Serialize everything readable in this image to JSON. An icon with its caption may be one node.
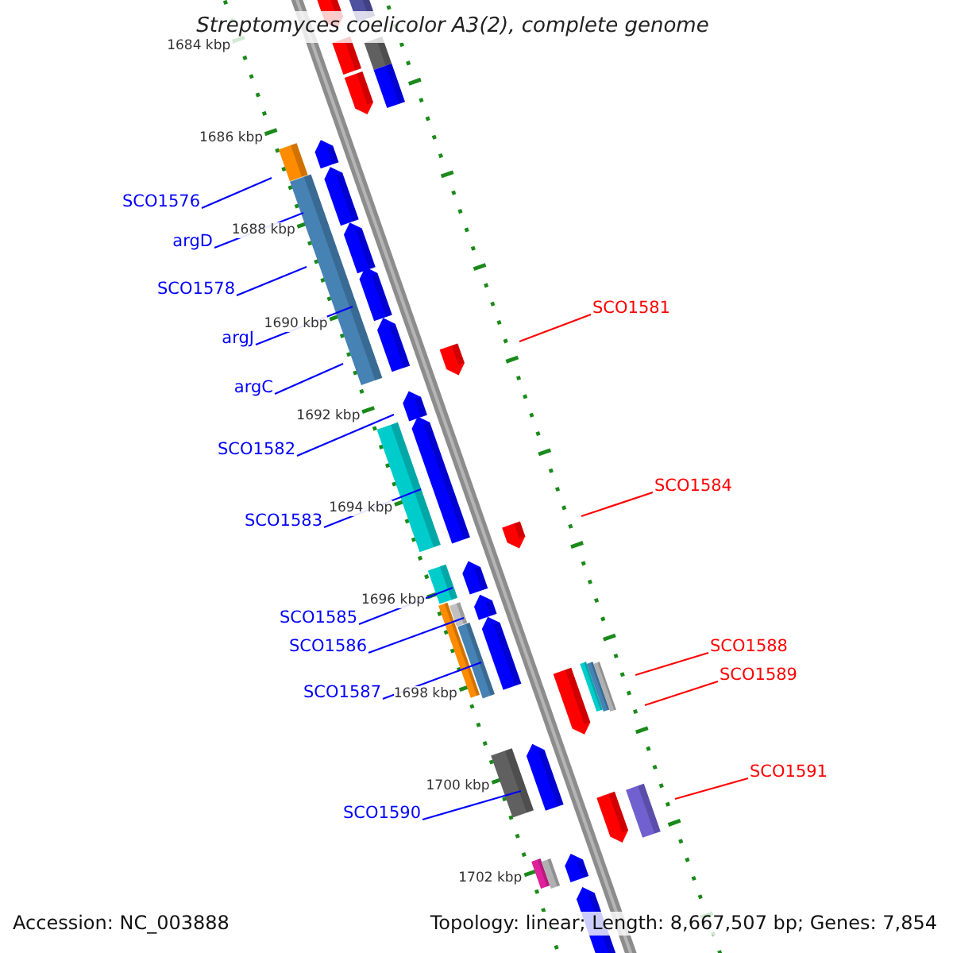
{
  "diagram": {
    "title": "Streptomyces coelicolor A3(2), complete genome",
    "nodes": [
      {
        "text": [
          "SCO1576"
        ]
      },
      {
        "text": [
          "argD"
        ]
      },
      {
        "text": [
          "SCO1578"
        ]
      },
      {
        "text": [
          "SCO1581"
        ]
      },
      {
        "text": [
          "argJ"
        ]
      },
      {
        "text": [
          "argC"
        ]
      },
      {
        "text": [
          "SCO1582"
        ]
      },
      {
        "text": [
          "SCO1584"
        ]
      },
      {
        "text": [
          "SCO1583"
        ]
      },
      {
        "text": [
          "SCO1585"
        ]
      },
      {
        "text": [
          "SCO1586"
        ]
      },
      {
        "text": [
          "SCO1588"
        ]
      },
      {
        "text": [
          "SCO1589"
        ]
      },
      {
        "text": [
          "SCO1587"
        ]
      },
      {
        "text": [
          "SCO1591"
        ]
      },
      {
        "text": [
          "SCO1590"
        ]
      }
    ],
    "edges": [
      {
        "from": 0,
        "to": null,
        "arrow": "none"
      },
      {
        "from": 1,
        "to": null,
        "arrow": "none"
      },
      {
        "from": 2,
        "to": null,
        "arrow": "none"
      },
      {
        "from": 3,
        "to": null,
        "arrow": "none",
        "color": "#ff0000"
      },
      {
        "from": 4,
        "to": null,
        "arrow": "none"
      },
      {
        "from": 5,
        "to": null,
        "arrow": "none"
      },
      {
        "from": 6,
        "to": null,
        "arrow": "none"
      },
      {
        "from": 7,
        "to": null,
        "arrow": "none",
        "color": "#ff0000"
      },
      {
        "from": 8,
        "to": null,
        "arrow": "none"
      },
      {
        "from": 9,
        "to": null,
        "arrow": "none"
      },
      {
        "from": 10,
        "to": null,
        "arrow": "none"
      },
      {
        "from": 11,
        "to": null,
        "arrow": "none",
        "color": "#ff0000"
      },
      {
        "from": 12,
        "to": null,
        "arrow": "none",
        "color": "#ff0000"
      },
      {
        "from": 13,
        "to": null,
        "arrow": "none"
      },
      {
        "from": 14,
        "to": null,
        "arrow": "none",
        "color": "#ff0000"
      },
      {
        "from": 15,
        "to": null,
        "arrow": "none"
      }
    ],
    "labels": [
      "1684 kbp",
      "1686 kbp",
      "1688 kbp",
      "1690 kbp",
      "1692 kbp",
      "1694 kbp",
      "1696 kbp",
      "1698 kbp",
      "1700 kbp",
      "1702 kbp",
      "Accession: NC_003888",
      "Topology: linear; Length: 8,667,507 bp; Genes: 7,854"
    ]
  }
}
